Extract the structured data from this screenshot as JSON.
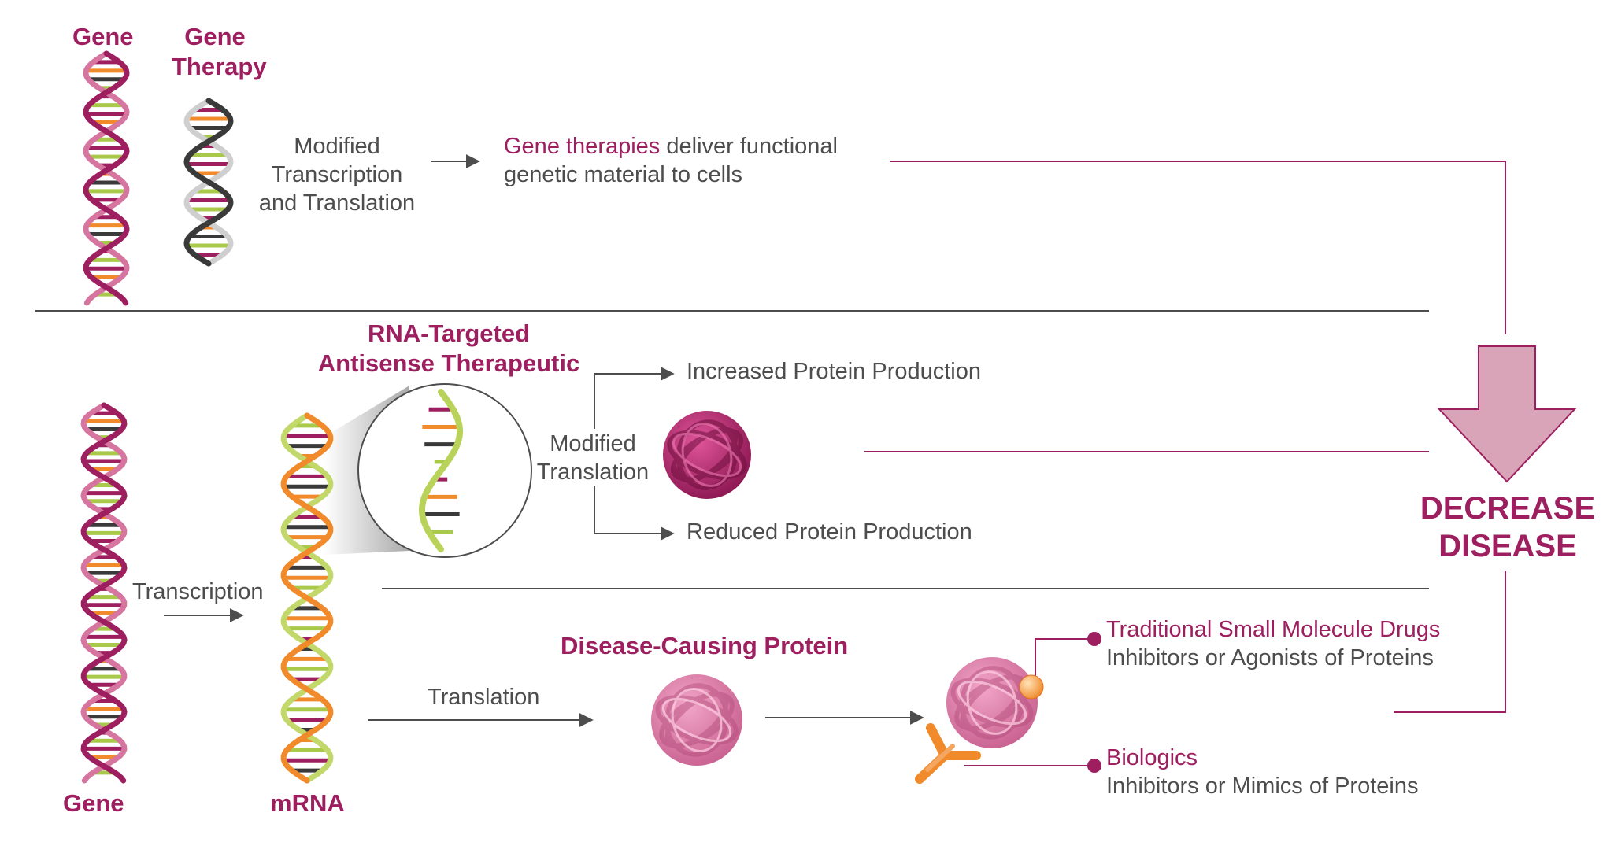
{
  "gene_top": "Gene",
  "gene_therapy": [
    "Gene",
    "Therapy"
  ],
  "modified_tt": [
    "Modified",
    "Transcription",
    "and Translation"
  ],
  "gene_therapies_hl": "Gene therapies",
  "gene_therapies_rest": " deliver functional",
  "gene_therapies_line2": "genetic material to cells",
  "rna_targeted": [
    "RNA-Targeted",
    "Antisense Therapeutic"
  ],
  "increased": "Increased Protein Production",
  "modified_translation": [
    "Modified",
    "Translation"
  ],
  "reduced": "Reduced Protein Production",
  "decrease_disease": [
    "DECREASE",
    "DISEASE"
  ],
  "transcription": "Transcription",
  "translation": "Translation",
  "disease_protein": "Disease-Causing Protein",
  "small_molecule_title": "Traditional Small Molecule Drugs",
  "small_molecule_desc": "Inhibitors or Agonists of Proteins",
  "biologics_title": "Biologics",
  "biologics_desc": "Inhibitors or Mimics of Proteins",
  "gene_bottom": "Gene",
  "mrna": "mRNA",
  "colors": {
    "magenta": "#9e1f5f",
    "pink": "#d6759f",
    "light_pink": "#d9a3b8",
    "orange": "#f08a2a",
    "lime": "#a8c94a",
    "dark_gray": "#3a3a3a",
    "text_gray": "#4d4d4d"
  }
}
